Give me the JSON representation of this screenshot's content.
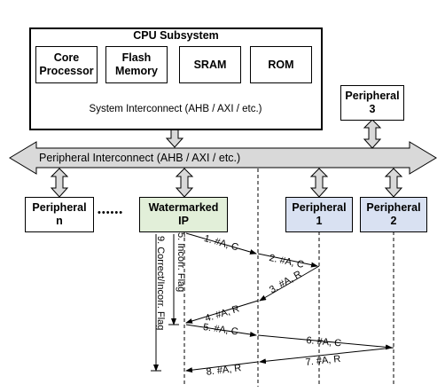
{
  "cpu": {
    "title": "CPU Subsystem",
    "blocks": [
      "Core\nProcessor",
      "Flash\nMemory",
      "SRAM",
      "ROM"
    ],
    "interconnect": "System Interconnect (AHB / AXI / etc.)"
  },
  "peripheral_interconnect": "Peripheral Interconnect (AHB / AXI / etc.)",
  "peripheral3": "Peripheral\n3",
  "bottom_blocks": {
    "peripheral_n": "Peripheral\nn",
    "ellipsis": "••••••",
    "watermarked_ip": "Watermarked\nIP",
    "peripheral1": "Peripheral\n1",
    "peripheral2": "Peripheral\n2"
  },
  "sequence": {
    "flag_labels": [
      "5. Incorr. Flag",
      "9. Correct/Incorr. Flag"
    ],
    "messages": [
      "1. #A, C",
      "2. #A, C",
      "3. #A, R",
      "4. #A, R",
      "5. #A, C",
      "6. #A, C",
      "7. #A, R",
      "8. #A, R"
    ]
  },
  "colors": {
    "bus_fill": "#d9d9d9",
    "watermarked_fill": "#e2efd9",
    "peripheral_fill": "#d9e1f2"
  }
}
